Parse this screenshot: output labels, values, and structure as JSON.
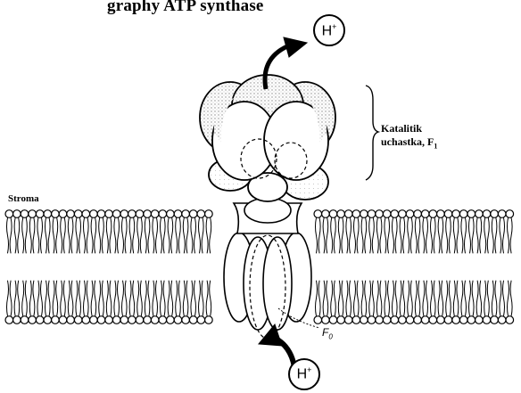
{
  "title_fragment": "graphy                     ATP synthase",
  "labels": {
    "stroma": "Stroma",
    "catalytic_line1": "Katalitik",
    "catalytic_line2": "uchastka, F",
    "catalytic_subscript": "1",
    "f0": "F",
    "f0_subscript": "0",
    "proton_top": "H",
    "proton_bottom": "H",
    "proton_charge": "+"
  },
  "colors": {
    "ink": "#000000",
    "background": "#ffffff",
    "stipple": "#9a9a9a"
  },
  "icons": {
    "proton_out_arrow": "curved-arrow-up-icon",
    "proton_in_arrow": "curved-arrow-up-icon"
  }
}
